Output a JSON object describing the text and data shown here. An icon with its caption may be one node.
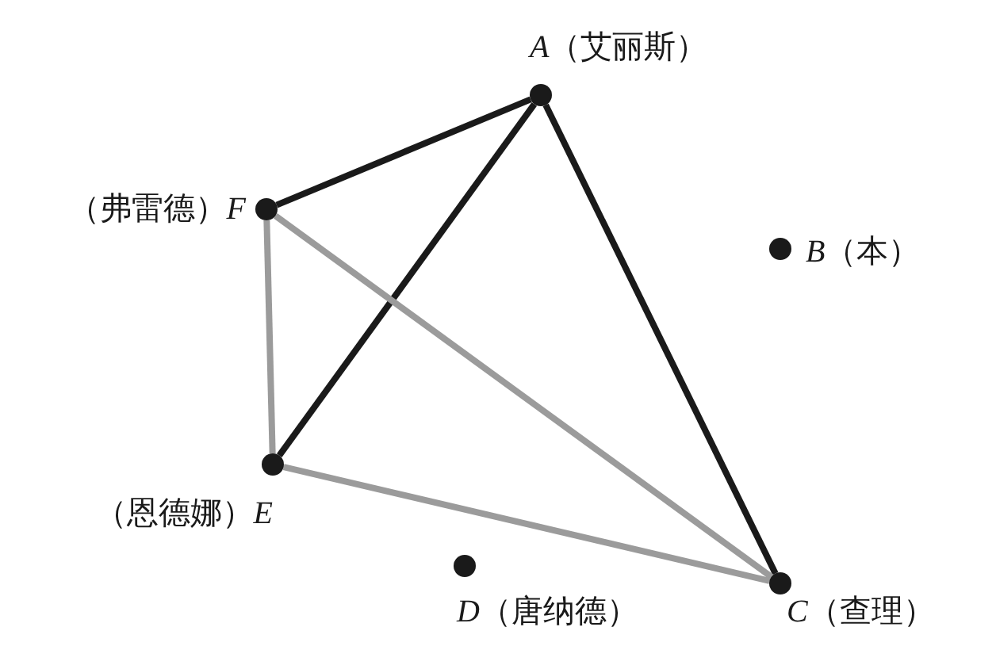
{
  "diagram": {
    "nodes": [
      {
        "text": [],
        "shape": "circle",
        "beside": [
          "*A*（艾丽斯）"
        ]
      },
      {
        "text": [],
        "shape": "circle",
        "beside": [
          "*B*（本）"
        ]
      },
      {
        "text": [],
        "shape": "circle",
        "beside": [
          "*C*（查理）"
        ]
      },
      {
        "text": [],
        "shape": "circle",
        "beside": [
          "*D*（唐纳德）"
        ]
      },
      {
        "text": [],
        "shape": "circle",
        "beside": [
          "（恩德娜）*E*"
        ]
      },
      {
        "text": [],
        "shape": "circle",
        "beside": [
          "（弗雷德）*F*"
        ]
      }
    ],
    "edges": [
      {
        "from": 0,
        "to": 5,
        "arrow": "none"
      },
      {
        "from": 0,
        "to": 4,
        "arrow": "none"
      },
      {
        "from": 0,
        "to": 2,
        "arrow": "none"
      },
      {
        "from": 5,
        "to": 4,
        "arrow": "none",
        "color": "#9b9b9b"
      },
      {
        "from": 5,
        "to": 2,
        "arrow": "none",
        "color": "#9b9b9b"
      },
      {
        "from": 4,
        "to": 2,
        "arrow": "none",
        "color": "#9b9b9b"
      }
    ]
  }
}
